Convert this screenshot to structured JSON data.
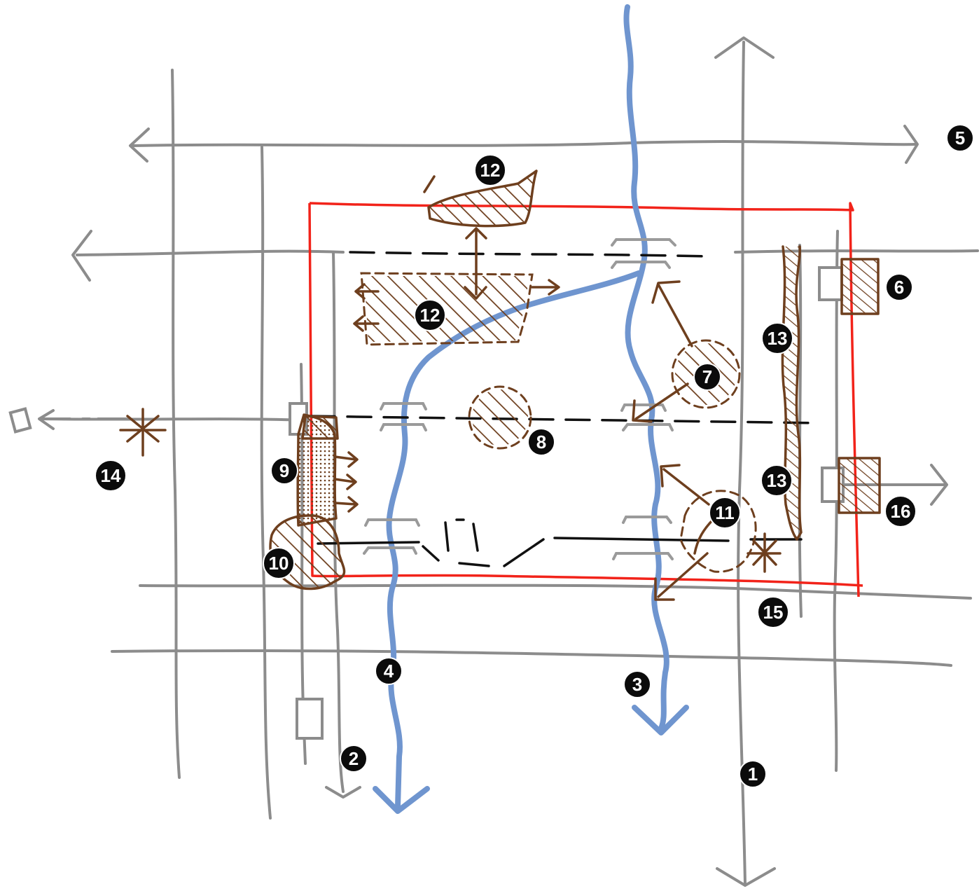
{
  "colors": {
    "road": "#8c8c8c",
    "river": "#6f95cf",
    "site_boundary": "#f2231a",
    "proposal": "#6e3f1e",
    "line": "#111111",
    "marker": "#0b0b0b"
  },
  "markers": [
    {
      "id": "m1",
      "label": "1"
    },
    {
      "id": "m2",
      "label": "2"
    },
    {
      "id": "m3",
      "label": "3"
    },
    {
      "id": "m4",
      "label": "4"
    },
    {
      "id": "m5",
      "label": "5"
    },
    {
      "id": "m6",
      "label": "6"
    },
    {
      "id": "m7",
      "label": "7"
    },
    {
      "id": "m8",
      "label": "8"
    },
    {
      "id": "m9",
      "label": "9"
    },
    {
      "id": "m10",
      "label": "10"
    },
    {
      "id": "m11",
      "label": "11"
    },
    {
      "id": "m12a",
      "label": "12"
    },
    {
      "id": "m12b",
      "label": "12"
    },
    {
      "id": "m13a",
      "label": "13"
    },
    {
      "id": "m13b",
      "label": "13"
    },
    {
      "id": "m14",
      "label": "14"
    },
    {
      "id": "m15",
      "label": "15"
    },
    {
      "id": "m16",
      "label": "16"
    }
  ]
}
